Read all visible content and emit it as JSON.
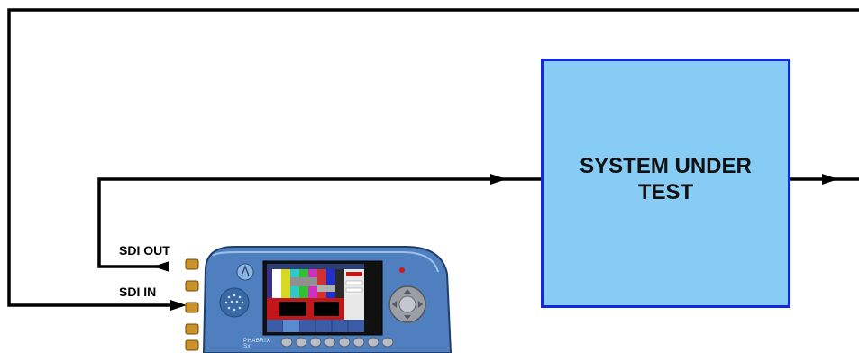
{
  "system": {
    "label": "SYSTEM UNDER TEST"
  },
  "ports": {
    "sdi_out": "SDI OUT",
    "sdi_in": "SDI IN"
  },
  "device": {
    "brand": "PHABRIX",
    "model": "Sx"
  },
  "colors": {
    "system_fill": "#87ccf5",
    "system_border": "#1428e0",
    "wire": "#000000",
    "device_body": "#4f7fbe"
  }
}
